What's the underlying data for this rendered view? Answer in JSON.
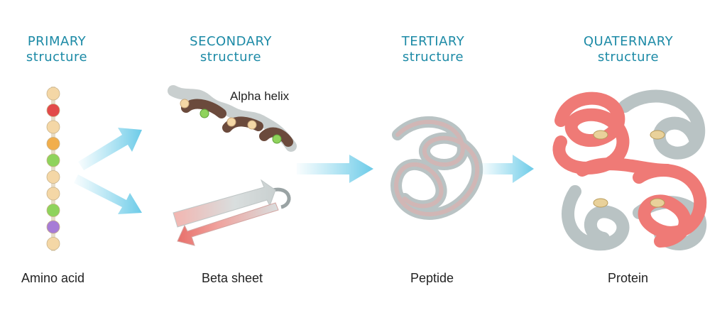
{
  "headings": {
    "primary": {
      "line1": "PRIMARY",
      "line2": "structure"
    },
    "secondary": {
      "line1": "SECONDARY",
      "line2": "structure"
    },
    "tertiary": {
      "line1": "TERTIARY",
      "line2": "structure"
    },
    "quaternary": {
      "line1": "QUATERNARY",
      "line2": "structure"
    }
  },
  "annotations": {
    "alpha_helix": "Alpha helix"
  },
  "captions": {
    "amino_acid": "Amino acid",
    "beta_sheet": "Beta sheet",
    "peptide": "Peptide",
    "protein": "Protein"
  },
  "colors": {
    "heading": "#1c8aa6",
    "arrow": "#7fd3ec",
    "gray_strand": "#b9c3c4",
    "red_strand": "#ef7a76",
    "helix_brown": "#6b4a3c"
  },
  "amino_acid_chain": [
    "#f4d7a6",
    "#e24a4a",
    "#f4d7a6",
    "#f1ae4c",
    "#8fd35c",
    "#f4d7a6",
    "#f4d7a6",
    "#8fd35c",
    "#a77cd6",
    "#f4d7a6"
  ]
}
